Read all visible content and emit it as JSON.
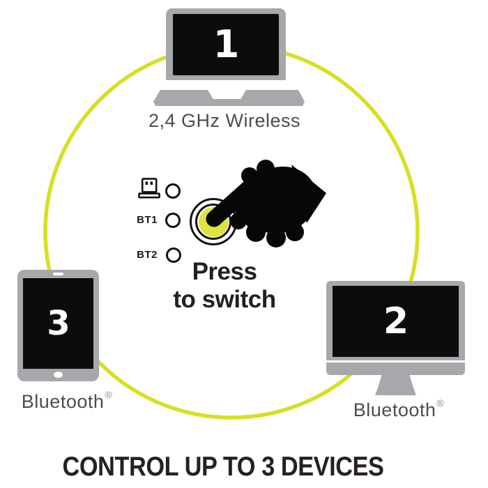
{
  "palette": {
    "ring_yellow": "#d7df23",
    "button_yellow": "#dfe43c",
    "device_gray": "#a6a8ab",
    "screen_black": "#0c0c0c",
    "label_gray": "#4d4d4f",
    "ink_black": "#231f20"
  },
  "devices": {
    "laptop": {
      "number": "1",
      "label": "2,4 GHz Wireless"
    },
    "monitor": {
      "number": "2",
      "label": "Bluetooth",
      "trademark": "®"
    },
    "tablet": {
      "number": "3",
      "label": "Bluetooth",
      "trademark": "®"
    }
  },
  "switch_panel": {
    "channels": [
      {
        "label": "",
        "icon": "usb-receiver-icon"
      },
      {
        "label": "BT1",
        "icon": ""
      },
      {
        "label": "BT2",
        "icon": ""
      }
    ],
    "instruction": {
      "line1": "Press",
      "line2": "to switch"
    },
    "button_icon": "press-button",
    "hand_icon": "pressing-hand-icon"
  },
  "footer": {
    "title": "CONTROL UP TO 3 DEVICES"
  }
}
